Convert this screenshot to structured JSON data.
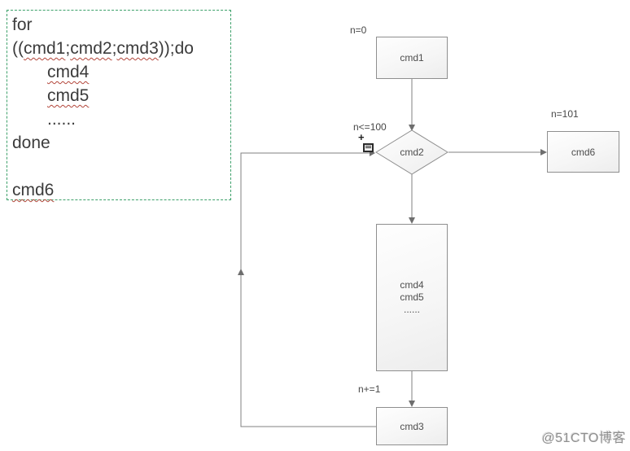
{
  "colors": {
    "code_border_green": "#3da06a",
    "squiggle_red": "#b2453a",
    "connector_gray": "#808080",
    "node_border_gray": "#8f8f8f",
    "node_text_gray": "#4d4d4d"
  },
  "code_block": {
    "lines": [
      {
        "segments": [
          {
            "t": "for"
          }
        ]
      },
      {
        "segments": [
          {
            "t": "(("
          },
          {
            "t": "cmd1",
            "u": true
          },
          {
            "t": ";"
          },
          {
            "t": "cmd2",
            "u": true
          },
          {
            "t": ";"
          },
          {
            "t": "cmd3",
            "u": true
          },
          {
            "t": "));do"
          }
        ]
      },
      {
        "indent": true,
        "segments": [
          {
            "t": "cmd4",
            "u": true
          }
        ]
      },
      {
        "indent": true,
        "segments": [
          {
            "t": "cmd5",
            "u": true
          }
        ]
      },
      {
        "indent": true,
        "segments": [
          {
            "t": "......"
          }
        ]
      },
      {
        "segments": [
          {
            "t": "done"
          }
        ]
      },
      {
        "segments": [
          {
            "t": ""
          }
        ]
      },
      {
        "segments": [
          {
            "t": "cmd6",
            "u": true
          }
        ]
      }
    ]
  },
  "flow": {
    "nodes": {
      "cmd1": {
        "label": "cmd1",
        "annotation": "n=0"
      },
      "cmd2": {
        "label": "cmd2",
        "annotation": "n<=100"
      },
      "cmd6": {
        "label": "cmd6",
        "annotation": "n=101"
      },
      "process": {
        "lines": [
          "cmd4",
          "cmd5",
          "......"
        ]
      },
      "cmd3": {
        "label": "cmd3",
        "annotation": "n+=1"
      }
    }
  },
  "icons": {
    "paste_cursor_plus": "+"
  },
  "watermark": "@51CTO博客"
}
